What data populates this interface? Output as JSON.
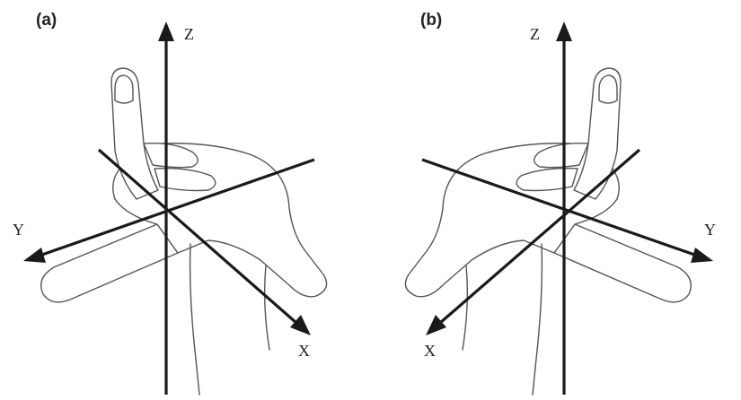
{
  "panels": [
    {
      "label": "(a)",
      "axes": {
        "z": "Z",
        "y": "Y",
        "x": "X"
      }
    },
    {
      "label": "(b)",
      "axes": {
        "z": "Z",
        "y": "Y",
        "x": "X"
      }
    }
  ],
  "colors": {
    "axis": "#1a1a1a",
    "hand_outline": "#555555",
    "background": "#ffffff"
  }
}
